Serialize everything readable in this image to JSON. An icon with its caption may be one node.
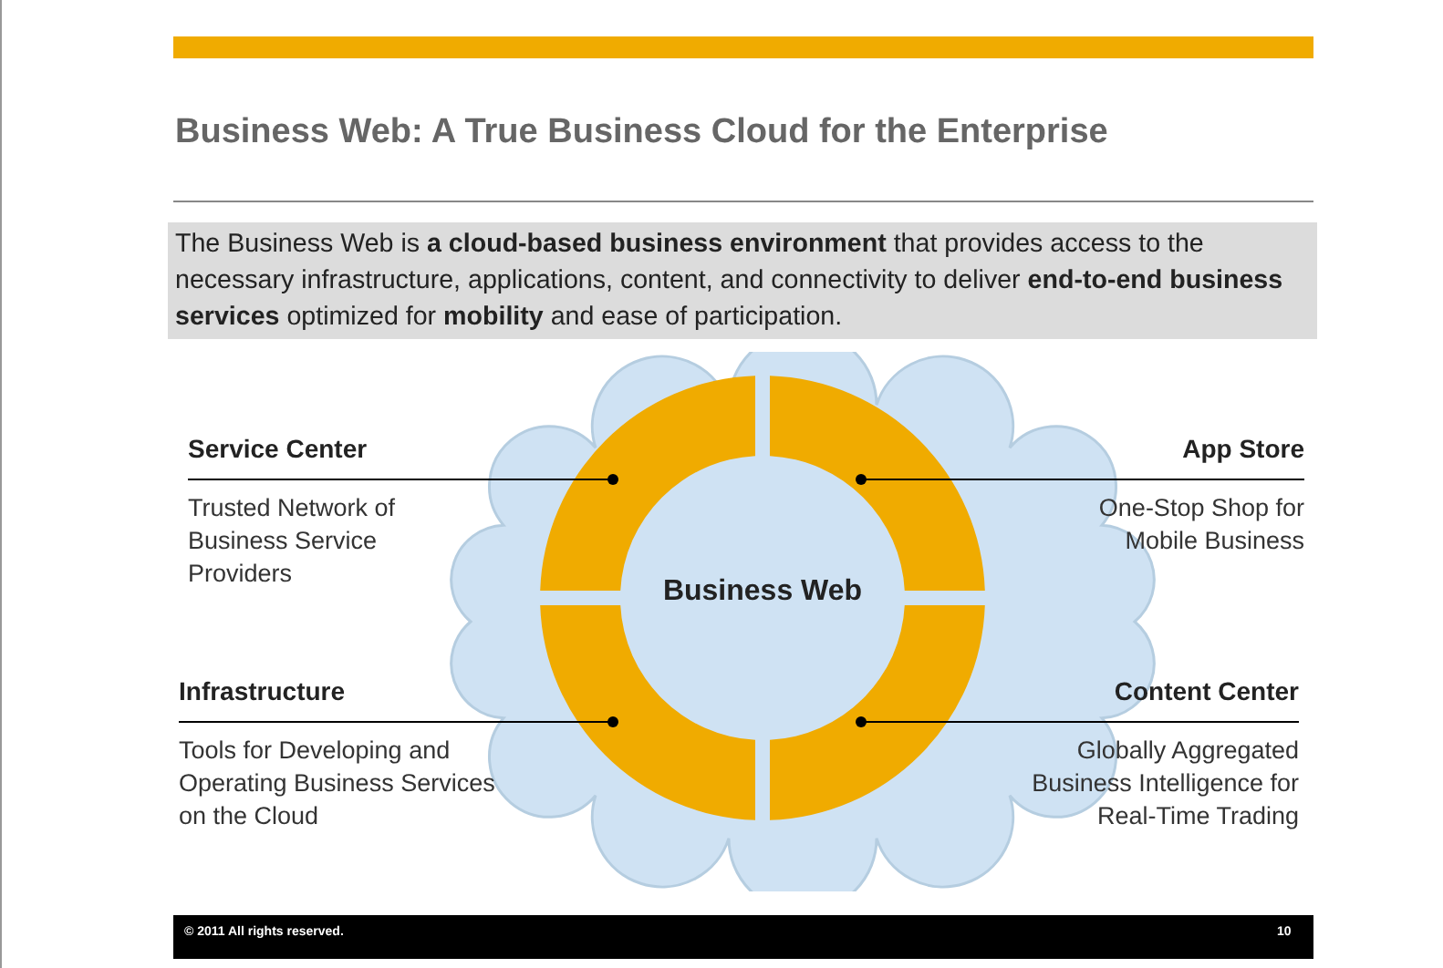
{
  "diagram": {
    "title": "Business Web: A True Business Cloud for the Enterprise",
    "nodes": [
      {
        "text": [],
        "shape": "cloud"
      },
      {
        "text": [
          "Business Web"
        ],
        "in": 0
      },
      {
        "text": [],
        "shape": "ring-segment",
        "in": 0
      },
      {
        "text": [],
        "shape": "ring-segment",
        "in": 0
      },
      {
        "text": [],
        "shape": "ring-segment",
        "in": 0
      },
      {
        "text": [],
        "shape": "ring-segment",
        "in": 0
      },
      {
        "text": [
          "Service Center",
          "Trusted Network of Business Service Providers"
        ]
      },
      {
        "text": [
          "App Store",
          "One-Stop Shop for Mobile Business"
        ]
      },
      {
        "text": [
          "Infrastructure",
          "Tools for Developing and Operating Business Services on the Cloud"
        ]
      },
      {
        "text": [
          "Content Center",
          "Globally Aggregated Business Intelligence for Real-Time Trading"
        ]
      }
    ],
    "edges": [
      {
        "from": 6,
        "to": 2,
        "arrow": "other"
      },
      {
        "from": 7,
        "to": 3,
        "arrow": "other"
      },
      {
        "from": 8,
        "to": 4,
        "arrow": "other"
      },
      {
        "from": 9,
        "to": 5,
        "arrow": "other"
      }
    ],
    "labels": [
      "The Business Web is **a cloud-based business environment** that provides access to the necessary infrastructure, applications, content, and connectivity to deliver **end-to-end business services** optimized for **mobility** and ease of participation.",
      "© 2011 All rights reserved.",
      "10"
    ]
  }
}
